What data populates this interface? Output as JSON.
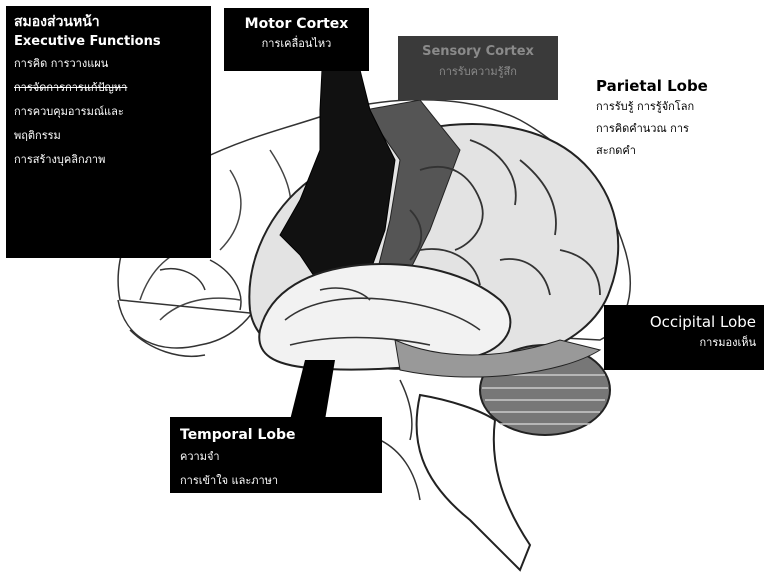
{
  "frontal": {
    "title_th": "สมองส่วนหน้า",
    "title_en": "Executive Functions",
    "line1": "การคิด การวางแผน",
    "line2": "การจัดการการแก้ปัญหา",
    "line3": "การควบคุมอารมณ์และ",
    "line4": "พฤติกรรม",
    "line5": "การสร้างบุคลิกภาพ"
  },
  "motor": {
    "title": "Motor Cortex",
    "subtitle": "การเคลื่อนไหว"
  },
  "sensory": {
    "title": "Sensory Cortex",
    "subtitle": "การรับความรู้สึก"
  },
  "parietal": {
    "title": "Parietal Lobe",
    "line1": "การรับรู้ การรู้จักโลก",
    "line2": "การคิดคำนวณ การ",
    "line3": "สะกดคำ"
  },
  "occipital": {
    "title": "Occipital Lobe",
    "subtitle": "การมองเห็น"
  },
  "temporal": {
    "title": "Temporal Lobe",
    "line1": "ความจำ",
    "line2": "การเข้าใจ และภาษา"
  },
  "colors": {
    "box": "#000000",
    "text": "#ffffff",
    "brain_fill": "#e6e6e6",
    "motor_strip": "#111111",
    "sensory_strip": "#555555"
  }
}
